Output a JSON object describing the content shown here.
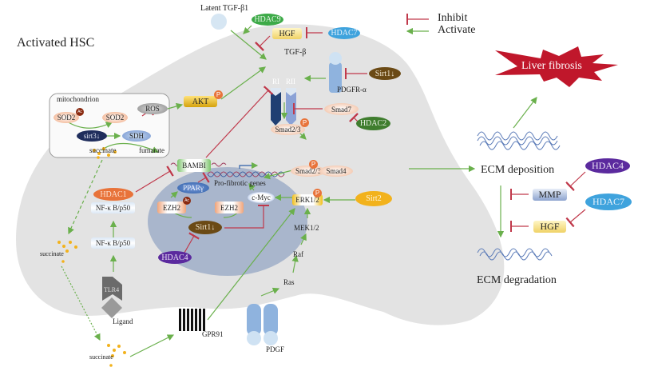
{
  "legend": {
    "inhibit_label": "Inhibit",
    "activate_label": "Activate",
    "inhibit_color": "#c0394b",
    "activate_color": "#6ab04c"
  },
  "cell": {
    "title": "Activated HSC",
    "nucleus_color": "#a9b6cc",
    "cytoplasm_color": "#e2e2e2"
  },
  "mitochondrion": {
    "title": "mitochondrion",
    "sod2_ac": "SOD2",
    "sod2": "SOD2",
    "ros": "ROS",
    "sirt3": "sirt3↓",
    "sdh": "SDH",
    "succinate": "succinate",
    "fumarate": "fumarate"
  },
  "extracellular": {
    "latent_tgf": "Latent TGF-β1",
    "hdac9": "HDAC9",
    "hgf": "HGF",
    "hdac7": "HDAC7",
    "tgf_beta": "TGF-β",
    "ri": "RI",
    "rii": "RII",
    "pdgfr": "PDGFR-α",
    "sirt1_top": "Sirt1↓",
    "ligand": "Ligand",
    "tlr4": "TLR4",
    "gpr91": "GPR91",
    "pdgf": "PDGF",
    "succinate_mid": "succinate",
    "succinate_bottom": "succinate"
  },
  "cytoplasm": {
    "akt": "AKT",
    "smad7": "Smad7",
    "hdac2": "HDAC2",
    "smad23_top": "Smad2/3",
    "smad23": "Smad2/3",
    "smad4": "Smad4",
    "erk": "ERK1/2",
    "sirt2": "Sirt2",
    "mek": "MEK1/2",
    "raf": "Raf",
    "ras": "Ras",
    "hdac1": "HDAC1",
    "nfkb_upper": "NF-κ B/p50",
    "nfkb_lower": "NF-κ B/p50",
    "hdac4": "HDAC4",
    "phospho": "P",
    "acetyl": "Ac"
  },
  "nucleus": {
    "bambi": "BAMBI",
    "profibrotic": "Pro-fibrotic genes",
    "ppar": "PPARγ",
    "cmyc": "c-Myc",
    "ezh2_ac": "EZH2",
    "ezh2": "EZH2",
    "sirt1": "Sirt1↓"
  },
  "outcomes": {
    "liver_fibrosis": "Liver fibrosis",
    "ecm_deposition": "ECM deposition",
    "ecm_degradation": "ECM degradation",
    "mmp": "MMP",
    "hgf": "HGF",
    "hdac4": "HDAC4",
    "hdac7": "HDAC7"
  },
  "colors": {
    "hdac_purple": "#5b2a9e",
    "hdac_blue": "#3fa3dd",
    "hdac_green_light": "#3daa48",
    "hdac_green_dark": "#3f7d2e",
    "hdac_orange": "#e8733a",
    "sirt_brown": "#6b4a15",
    "sirt_yellow": "#f2b21c",
    "fibrosis_red": "#c0172b"
  }
}
